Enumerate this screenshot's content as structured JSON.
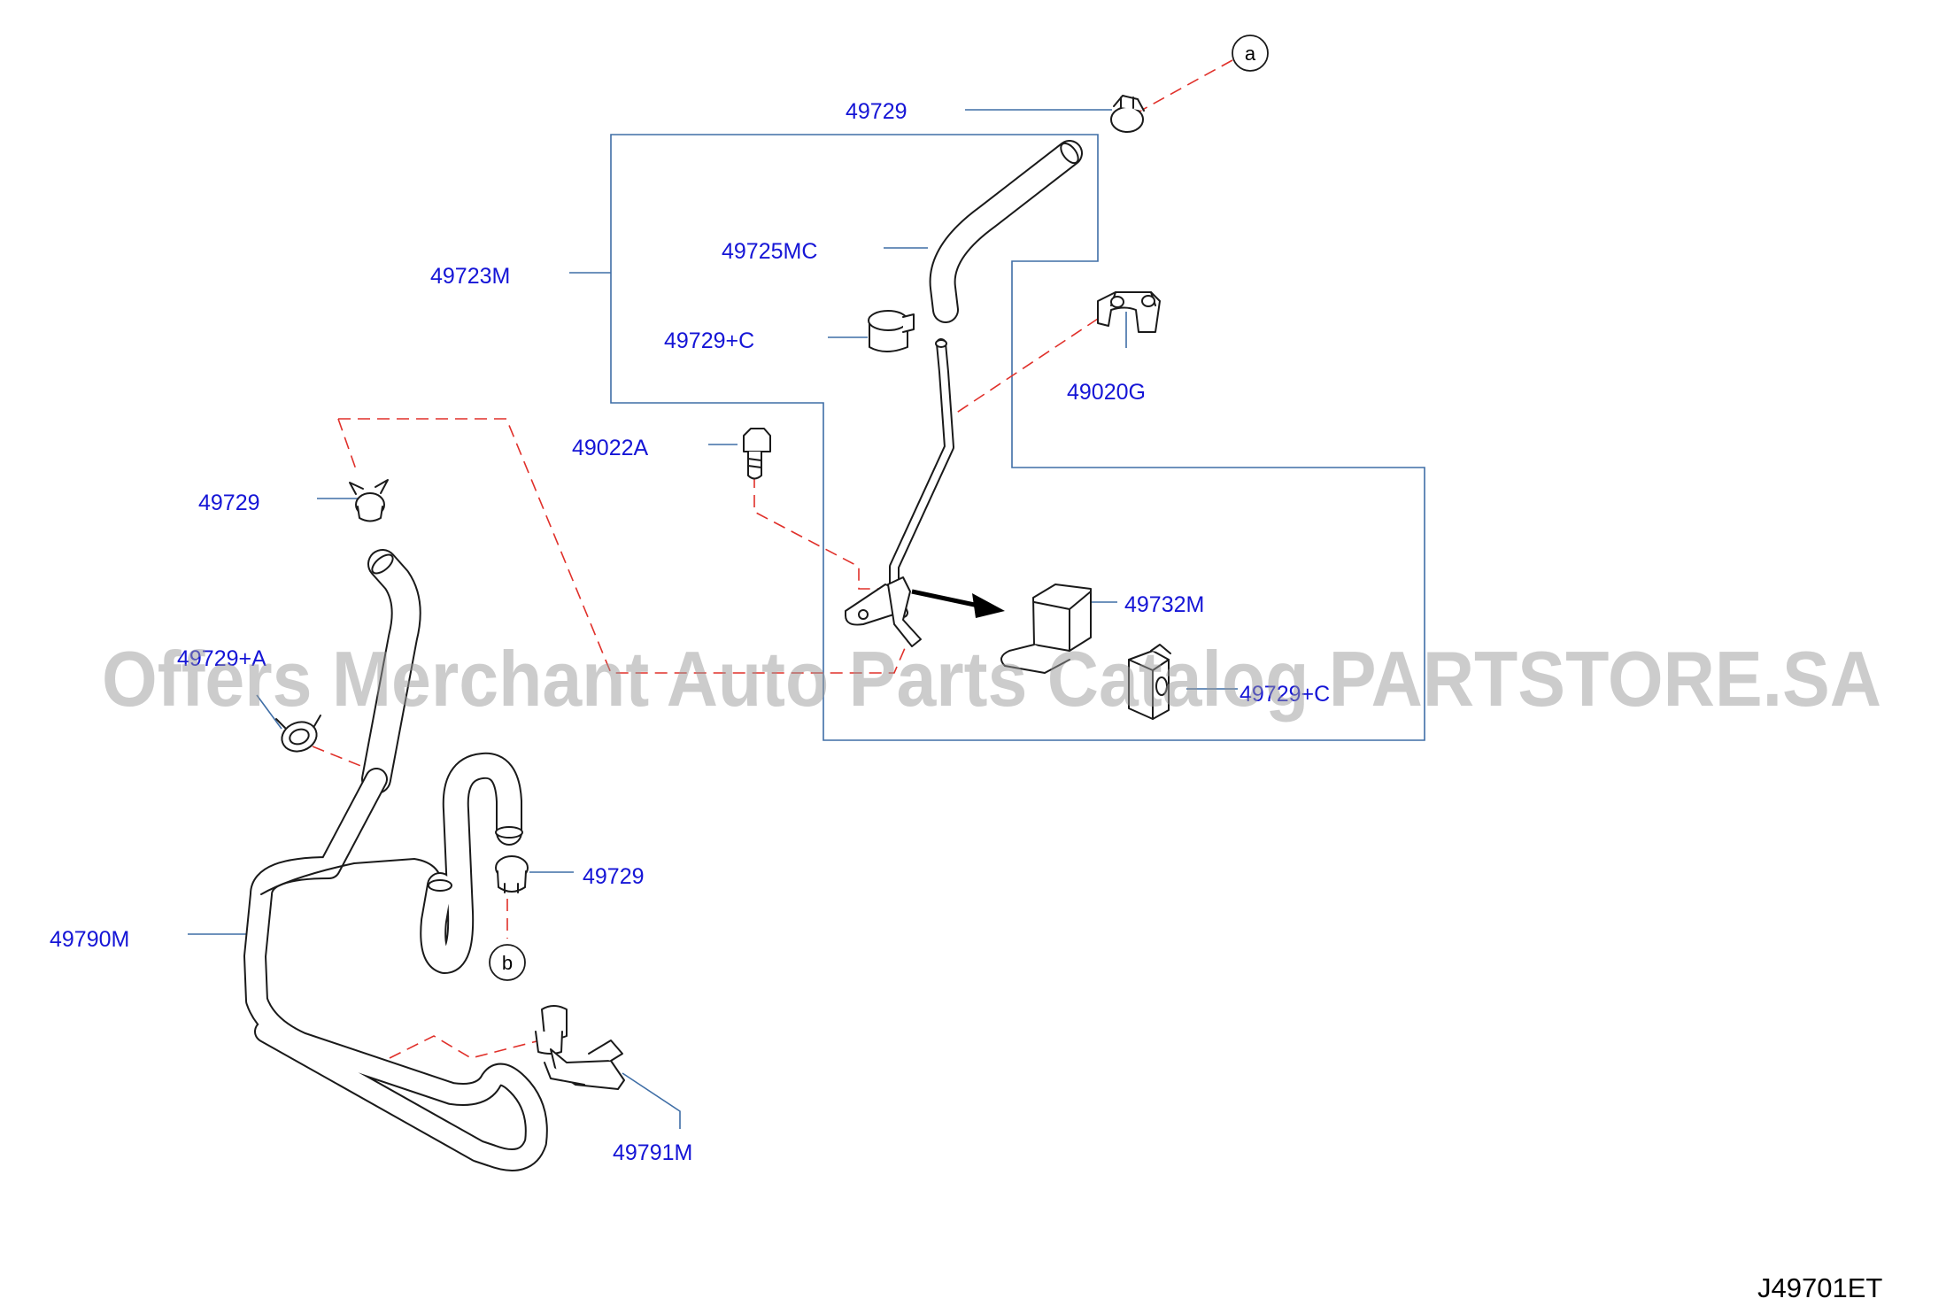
{
  "labels": {
    "clip_top": "49729",
    "tube_upper": "49725MC",
    "assembly": "49723M",
    "clamp_c": "49729+C",
    "bracket_clip": "49020G",
    "bolt": "49022A",
    "clip_left": "49729",
    "bracket_m": "49732M",
    "clamp_a": "49729+A",
    "clamp_c2": "49729+C",
    "clip_lower": "49729",
    "hose_lower": "49790M",
    "clip_bracket": "49791M"
  },
  "refs": {
    "a": "a",
    "b": "b"
  },
  "diagram_code": "J49701ET",
  "watermark": "Offers Merchant Auto Parts Catalog PARTSTORE.SA",
  "colors": {
    "label": "#1515d6",
    "leader": "#3f6ea6",
    "phantom": "#e0302a",
    "line": "#1a1a1a"
  }
}
